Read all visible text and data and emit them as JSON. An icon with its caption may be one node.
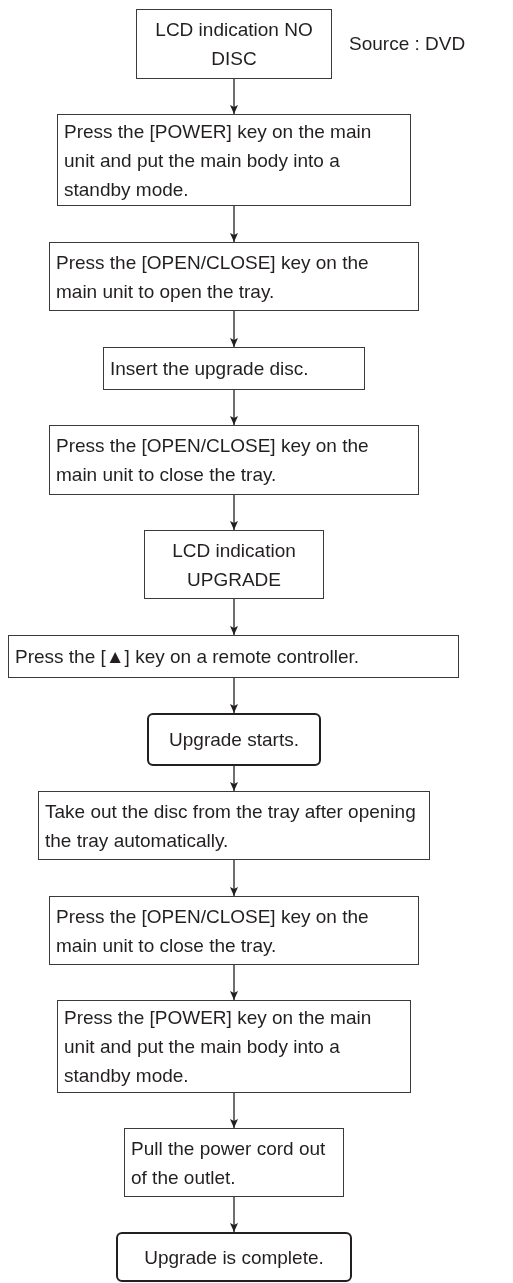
{
  "diagram": {
    "nodes": [
      {
        "text": [
          "LCD indication NO DISC"
        ],
        "beside": [
          "Source : DVD"
        ]
      },
      {
        "text": [
          "Press the [POWER] key on the main unit and put the main body into a standby mode."
        ]
      },
      {
        "text": [
          "Press the [OPEN/CLOSE] key on the main unit to open the tray."
        ]
      },
      {
        "text": [
          "Insert the upgrade disc."
        ]
      },
      {
        "text": [
          "Press the [OPEN/CLOSE] key on the main unit to close the tray."
        ]
      },
      {
        "text": [
          "LCD indication UPGRADE"
        ]
      },
      {
        "text": [
          "Press the [▲] key on a remote controller."
        ]
      },
      {
        "text": [
          "Upgrade starts."
        ]
      },
      {
        "text": [
          "Take out the disc from the tray after opening the tray automatically."
        ]
      },
      {
        "text": [
          "Press the [OPEN/CLOSE] key on the main unit to close the tray."
        ]
      },
      {
        "text": [
          "Press the [POWER] key on the main unit and put the main body into a standby mode."
        ]
      },
      {
        "text": [
          "Pull the power cord out of the outlet."
        ]
      },
      {
        "text": [
          "Upgrade is complete."
        ]
      }
    ],
    "edges": [
      {
        "from": 0,
        "to": 1,
        "arrow": "to"
      },
      {
        "from": 1,
        "to": 2,
        "arrow": "to"
      },
      {
        "from": 2,
        "to": 3,
        "arrow": "to"
      },
      {
        "from": 3,
        "to": 4,
        "arrow": "to"
      },
      {
        "from": 4,
        "to": 5,
        "arrow": "to"
      },
      {
        "from": 5,
        "to": 6,
        "arrow": "to"
      },
      {
        "from": 6,
        "to": 7,
        "arrow": "to"
      },
      {
        "from": 7,
        "to": 8,
        "arrow": "to"
      },
      {
        "from": 8,
        "to": 9,
        "arrow": "to"
      },
      {
        "from": 9,
        "to": 10,
        "arrow": "to"
      },
      {
        "from": 10,
        "to": 11,
        "arrow": "to"
      },
      {
        "from": 11,
        "to": 12,
        "arrow": "to"
      }
    ]
  }
}
